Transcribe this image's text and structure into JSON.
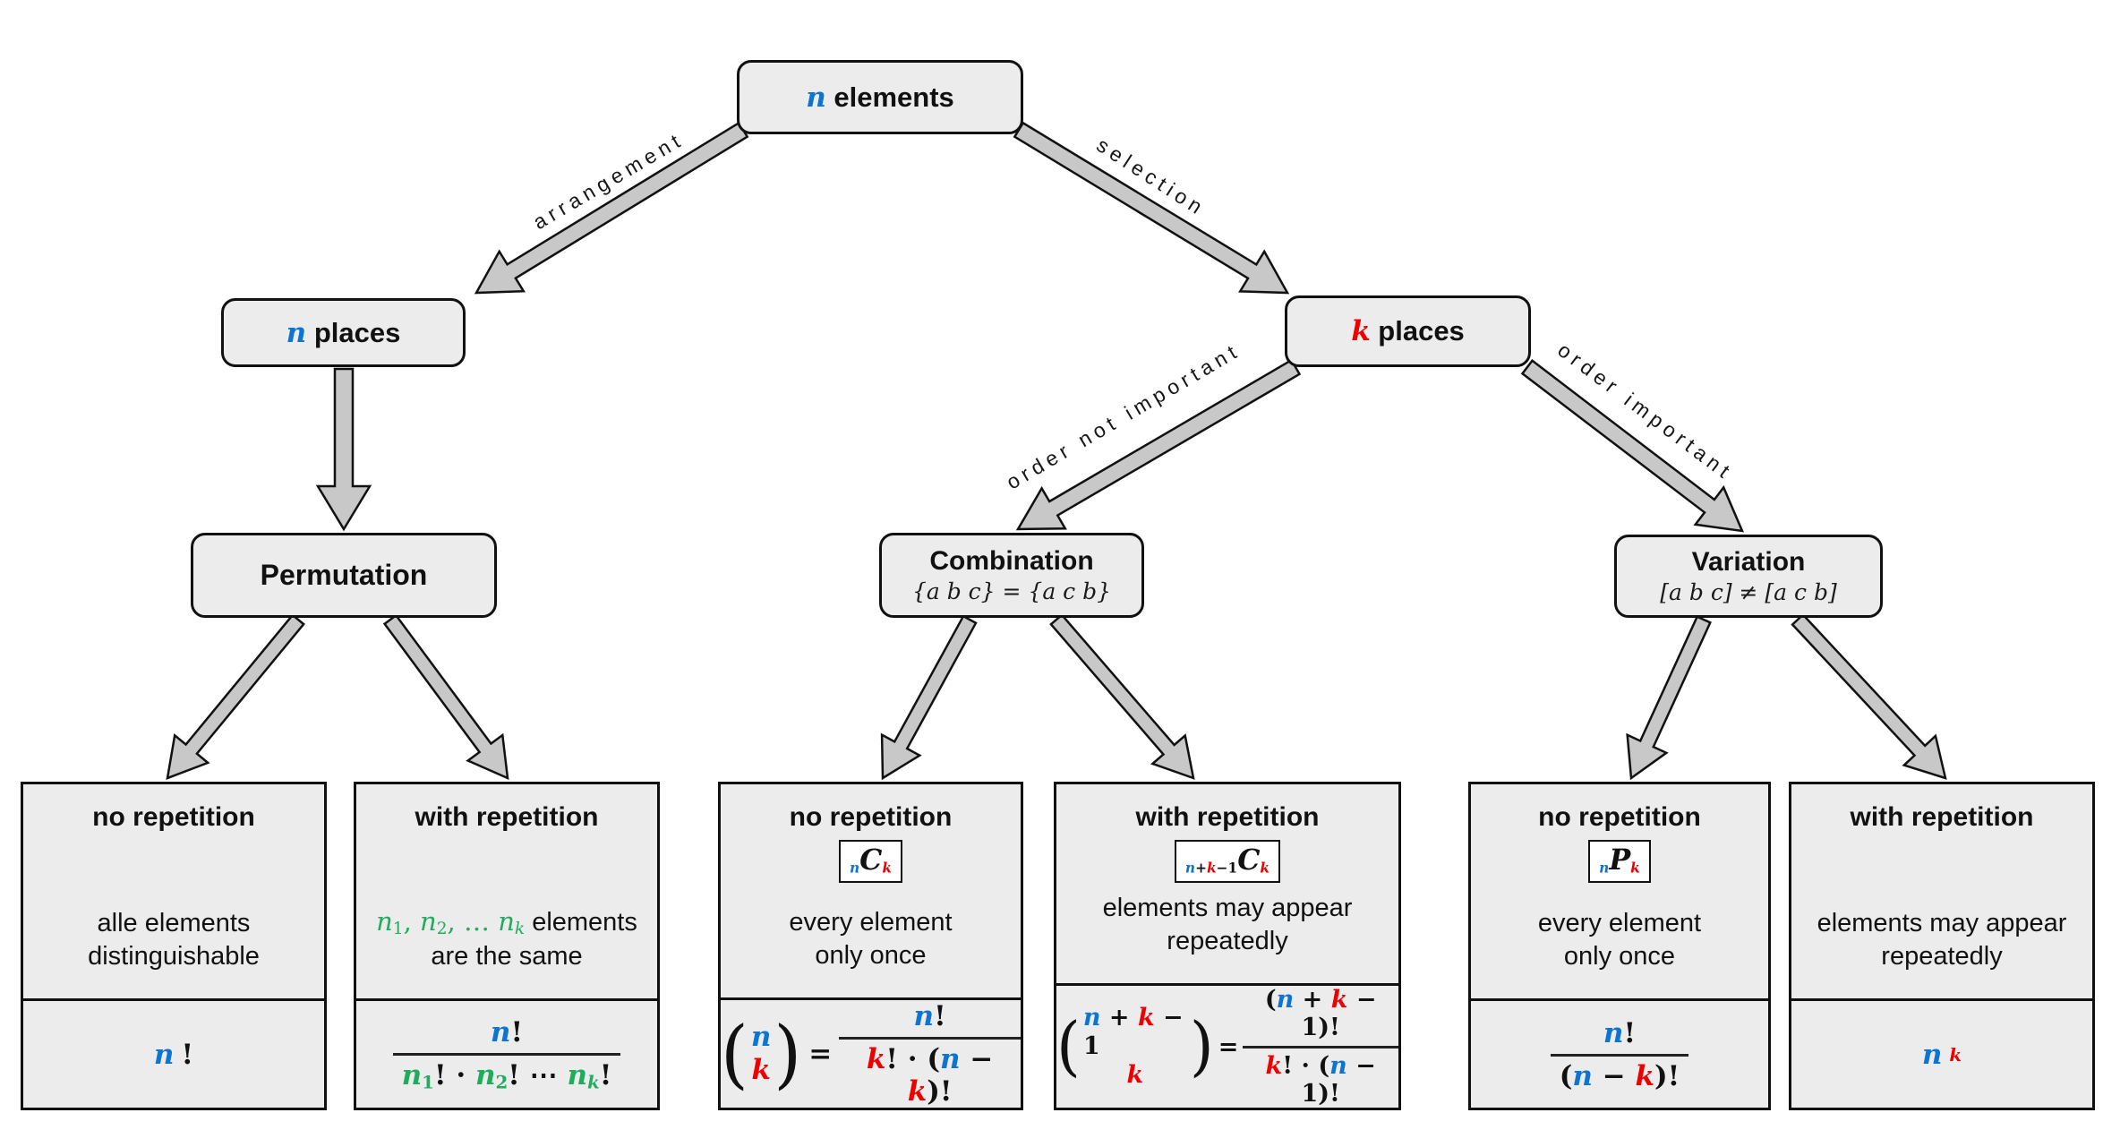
{
  "palette": {
    "blue": "#0d74cf",
    "red": "#ee0000",
    "green": "#1fad5d",
    "ink": "#111111",
    "box_fill": "#ececec",
    "badge_fill": "#ffffff",
    "arrow_fill": "#c8c8c8"
  },
  "nodes": {
    "root": {
      "label": [
        {
          "t": "n",
          "c": "blue"
        },
        {
          "t": " elements",
          "plain": 1
        }
      ]
    },
    "n_places": {
      "label": [
        {
          "t": "n",
          "c": "blue"
        },
        {
          "t": " places",
          "plain": 1
        }
      ]
    },
    "k_places": {
      "label": [
        {
          "t": "k",
          "c": "red"
        },
        {
          "t": " places",
          "plain": 1
        }
      ]
    },
    "permutation": {
      "title": "Permutation"
    },
    "combination": {
      "title": "Combination",
      "subtitle": "{a b c} = {a c b}"
    },
    "variation": {
      "title": "Variation",
      "subtitle": "[a b c] ≠ [a c b]"
    }
  },
  "edge_labels": {
    "arrangement": "arrangement",
    "selection": "selection",
    "order_not_important": "order not important",
    "order_important": "order important"
  },
  "leaves": [
    {
      "heading": "no repetition",
      "desc_line1": [
        {
          "t": "alle elements",
          "plain": 1
        }
      ],
      "desc_line2": "distinguishable",
      "formula": {
        "inline": [
          {
            "t": "n",
            "c": "blue"
          },
          {
            "t": "!",
            "u": 1
          }
        ]
      }
    },
    {
      "heading": "with repetition",
      "desc_line1": [
        {
          "t": "n",
          "c": "green"
        },
        {
          "t": "1",
          "c": "green",
          "sub": 1,
          "u": 1
        },
        {
          "t": ", ",
          "c": "green",
          "u": 1
        },
        {
          "t": "n",
          "c": "green"
        },
        {
          "t": "2",
          "c": "green",
          "sub": 1,
          "u": 1
        },
        {
          "t": ", … ",
          "c": "green",
          "u": 1
        },
        {
          "t": "n",
          "c": "green"
        },
        {
          "t": "k",
          "c": "green",
          "sub": 1
        },
        {
          "t": " elements",
          "plain": 1
        }
      ],
      "desc_line2": "are the same",
      "formula": {
        "num": [
          {
            "t": "n",
            "c": "blue"
          },
          {
            "t": "!",
            "u": 1
          }
        ],
        "den": [
          {
            "t": "n",
            "c": "green"
          },
          {
            "t": "1",
            "c": "green",
            "sub": 1,
            "u": 1
          },
          {
            "t": "!",
            "u": 1
          },
          {
            "t": " · ",
            "u": 1
          },
          {
            "t": "n",
            "c": "green"
          },
          {
            "t": "2",
            "c": "green",
            "sub": 1,
            "u": 1
          },
          {
            "t": "!",
            "u": 1
          },
          {
            "t": " ⋯ ",
            "u": 1
          },
          {
            "t": "n",
            "c": "green"
          },
          {
            "t": "k",
            "c": "green",
            "sub": 1
          },
          {
            "t": "!",
            "u": 1
          }
        ]
      }
    },
    {
      "heading": "no repetition",
      "badge": [
        {
          "t": "n",
          "c": "blue",
          "sub": 1
        },
        {
          "t": "C",
          "big": 1
        },
        {
          "t": "k",
          "c": "red",
          "sub": 1
        }
      ],
      "desc_line1": [
        {
          "t": "every element",
          "plain": 1
        }
      ],
      "desc_line2": "only once",
      "formula": {
        "paren_open": "(",
        "paren_close": ")",
        "eq": "=",
        "top": [
          {
            "t": "n",
            "c": "blue"
          }
        ],
        "bottom": [
          {
            "t": "k",
            "c": "red"
          }
        ],
        "num": [
          {
            "t": "n",
            "c": "blue"
          },
          {
            "t": "!",
            "u": 1
          }
        ],
        "den": [
          {
            "t": "k",
            "c": "red"
          },
          {
            "t": "! · (",
            "u": 1
          },
          {
            "t": "n",
            "c": "blue"
          },
          {
            "t": " − ",
            "u": 1
          },
          {
            "t": "k",
            "c": "red"
          },
          {
            "t": ")!",
            "u": 1
          }
        ]
      }
    },
    {
      "heading": "with repetition",
      "badge": [
        {
          "t": "n",
          "c": "blue",
          "sub": 1
        },
        {
          "t": "+",
          "sub": 1,
          "u": 1
        },
        {
          "t": "k",
          "c": "red",
          "sub": 1
        },
        {
          "t": "−1",
          "sub": 1,
          "u": 1
        },
        {
          "t": "C",
          "big": 1
        },
        {
          "t": "k",
          "c": "red",
          "sub": 1
        }
      ],
      "desc_line1": [
        {
          "t": "elements may appear",
          "plain": 1
        }
      ],
      "desc_line2": "repeatedly",
      "formula": {
        "paren_open": "(",
        "paren_close": ")",
        "eq": "=",
        "top": [
          {
            "t": "n",
            "c": "blue"
          },
          {
            "t": " + ",
            "u": 1
          },
          {
            "t": "k",
            "c": "red"
          },
          {
            "t": " − 1",
            "u": 1
          }
        ],
        "bottom": [
          {
            "t": "k",
            "c": "red"
          }
        ],
        "num": [
          {
            "t": "(",
            "u": 1
          },
          {
            "t": "n",
            "c": "blue"
          },
          {
            "t": " + ",
            "u": 1
          },
          {
            "t": "k",
            "c": "red"
          },
          {
            "t": " − 1",
            "u": 1
          },
          {
            "t": ")!",
            "u": 1
          }
        ],
        "den": [
          {
            "t": "k",
            "c": "red"
          },
          {
            "t": "! · (",
            "u": 1
          },
          {
            "t": "n",
            "c": "blue"
          },
          {
            "t": " − 1",
            "u": 1
          },
          {
            "t": ")!",
            "u": 1
          }
        ]
      }
    },
    {
      "heading": "no repetition",
      "badge": [
        {
          "t": "n",
          "c": "blue",
          "sub": 1
        },
        {
          "t": "P",
          "big": 1
        },
        {
          "t": "k",
          "c": "red",
          "sub": 1
        }
      ],
      "desc_line1": [
        {
          "t": "every element",
          "plain": 1
        }
      ],
      "desc_line2": "only once",
      "formula": {
        "num": [
          {
            "t": "n",
            "c": "blue"
          },
          {
            "t": "!",
            "u": 1
          }
        ],
        "den": [
          {
            "t": "(",
            "u": 1
          },
          {
            "t": "n",
            "c": "blue"
          },
          {
            "t": " − ",
            "u": 1
          },
          {
            "t": "k",
            "c": "red"
          },
          {
            "t": ")!",
            "u": 1
          }
        ]
      }
    },
    {
      "heading": "with repetition",
      "desc_line1": [
        {
          "t": "elements may appear",
          "plain": 1
        }
      ],
      "desc_line2": "repeatedly",
      "formula": {
        "inline": [
          {
            "t": "n",
            "c": "blue"
          },
          {
            "t": "k",
            "c": "red",
            "sup": 1
          }
        ]
      }
    }
  ]
}
